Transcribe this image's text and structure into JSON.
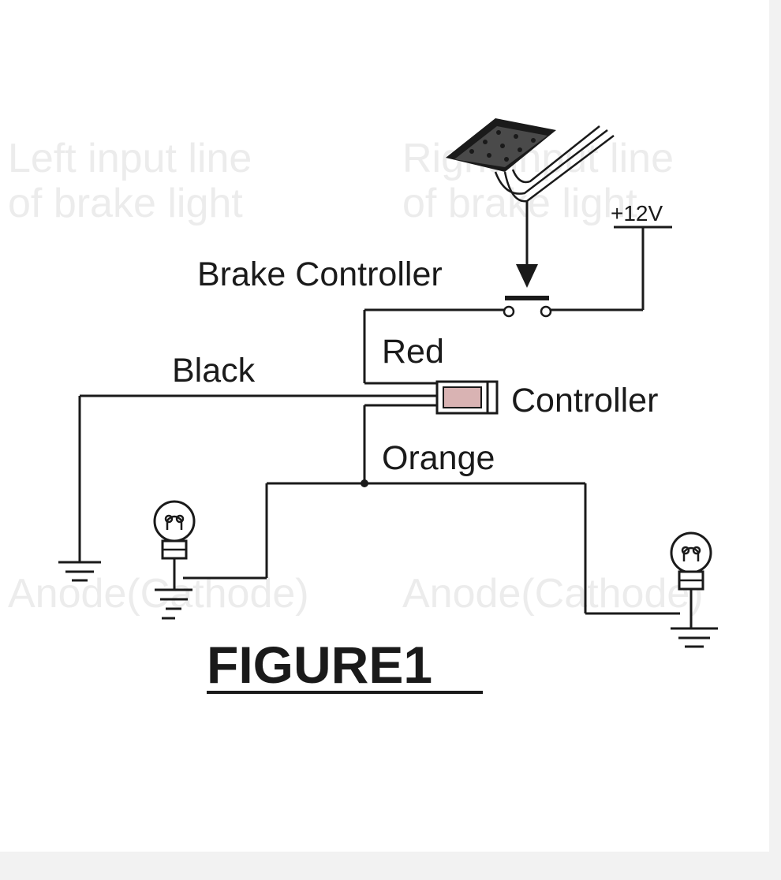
{
  "labels": {
    "brake_controller": "Brake Controller",
    "supply": "+12V",
    "red": "Red",
    "black": "Black",
    "controller": "Controller",
    "orange": "Orange",
    "figure": "FIGURE1"
  },
  "colors": {
    "ink": "#1a1a1a",
    "module_fill": "#d9b3b3",
    "background": "#ffffff",
    "ghost_text": "#ececec"
  }
}
